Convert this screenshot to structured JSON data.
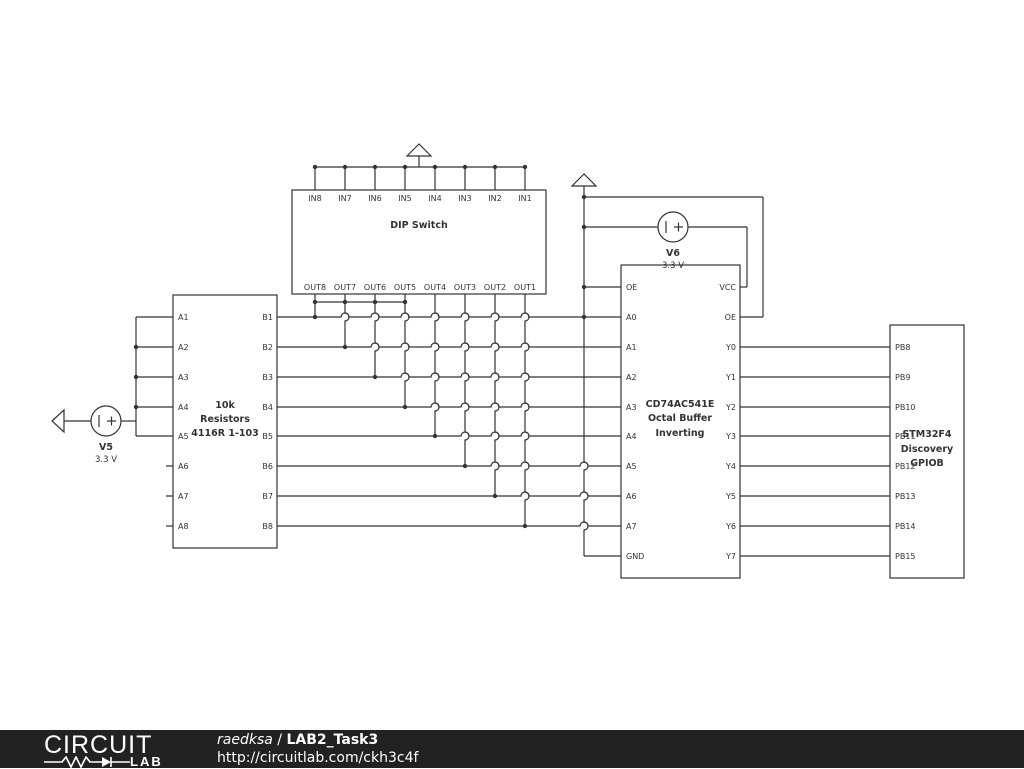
{
  "dip": {
    "title": "DIP Switch",
    "inputs": [
      "IN8",
      "IN7",
      "IN6",
      "IN5",
      "IN4",
      "IN3",
      "IN2",
      "IN1"
    ],
    "outputs": [
      "OUT8",
      "OUT7",
      "OUT6",
      "OUT5",
      "OUT4",
      "OUT3",
      "OUT2",
      "OUT1"
    ]
  },
  "resistors": {
    "title_lines": [
      "10k",
      "Resistors",
      "4116R 1-103"
    ],
    "left_pins": [
      "A1",
      "A2",
      "A3",
      "A4",
      "A5",
      "A6",
      "A7",
      "A8"
    ],
    "right_pins": [
      "B1",
      "B2",
      "B3",
      "B4",
      "B5",
      "B6",
      "B7",
      "B8"
    ]
  },
  "buffer": {
    "title_lines": [
      "CD74AC541E",
      "Octal Buffer",
      "Inverting"
    ],
    "left_pins": [
      "OE",
      "A0",
      "A1",
      "A2",
      "A3",
      "A4",
      "A5",
      "A6",
      "A7",
      "GND"
    ],
    "right_pins": [
      "VCC",
      "OE",
      "Y0",
      "Y1",
      "Y2",
      "Y3",
      "Y4",
      "Y5",
      "Y6",
      "Y7"
    ]
  },
  "stm": {
    "title_lines": [
      "STM32F4",
      "Discovery",
      "GPIOB"
    ],
    "pins": [
      "PB8",
      "PB9",
      "PB10",
      "PB11",
      "PB12",
      "PB13",
      "PB14",
      "PB15"
    ]
  },
  "v5": {
    "name": "V5",
    "value": "3.3 V"
  },
  "v6": {
    "name": "V6",
    "value": "3.3 V"
  },
  "footer": {
    "logo_top": "CIRCUIT",
    "logo_bottom": "LAB",
    "user": "raedksa",
    "separator": " / ",
    "project": "LAB2_Task3",
    "url": "http://circuitlab.com/ckh3c4f"
  }
}
